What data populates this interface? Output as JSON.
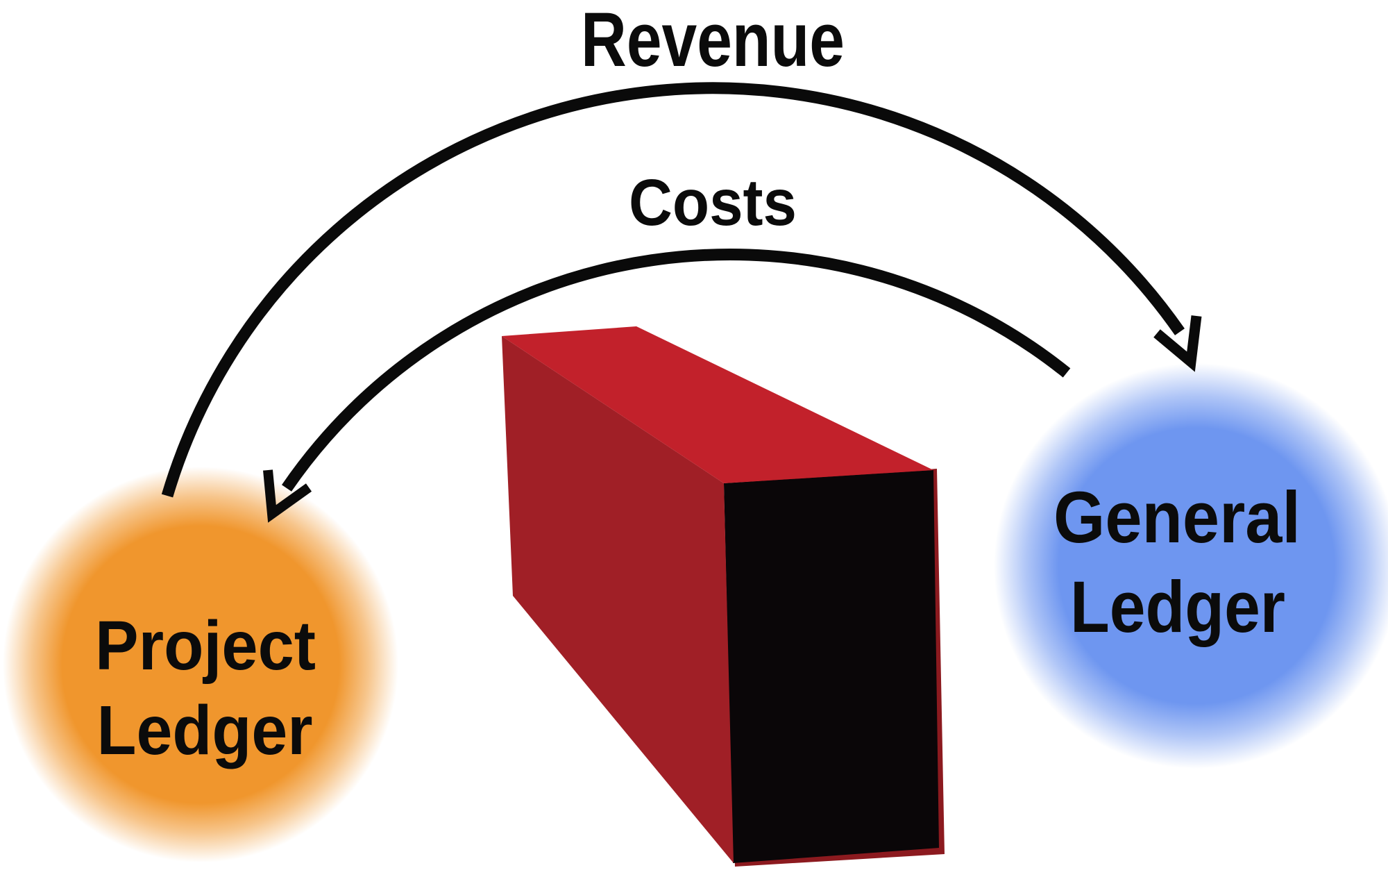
{
  "flows": {
    "revenue": "Revenue",
    "costs": "Costs"
  },
  "nodes": {
    "project": {
      "line1": "Project",
      "line2": "Ledger"
    },
    "general": {
      "line1": "General",
      "line2": "Ledger"
    }
  },
  "colors": {
    "arrow": "#0a0a0a",
    "text": "#0b0b0b",
    "node_orange": "#F0962D",
    "node_blue": "#6E96F0",
    "box_top": "#C2212B",
    "box_front": "#A01F26",
    "box_edge": "#8C1A1F",
    "box_side": "#0A0608",
    "background": "#ffffff"
  }
}
